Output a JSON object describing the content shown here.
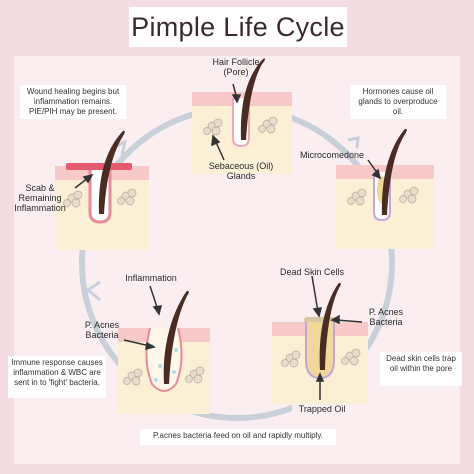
{
  "title": "Pimple Life Cycle",
  "notes": {
    "wound_healing": "Wound healing begins but inflammation remains. PIE/PIH may be present.",
    "hormones": "Hormones cause oil glands to overproduce oil.",
    "immune": "Immune response causes inflammation & WBC are sent in to 'fight' bacteria.",
    "dead_skin_trap": "Dead skin cells trap oil within the pore",
    "bacteria_feed": "P.acnes bacteria feed on oil and rapidly multiply."
  },
  "labels": {
    "hair_follicle_line1": "Hair Follicle",
    "hair_follicle_line2": "(Pore)",
    "sebaceous_line1": "Sebaceous (Oil)",
    "sebaceous_line2": "Glands",
    "microcomedone": "Microcomedone",
    "scab_line1": "Scab &",
    "scab_line2": "Remaining",
    "scab_line3": "Inflammation",
    "inflammation": "Inflammation",
    "p_acnes_left_line1": "P. Acnes",
    "p_acnes_left_line2": "Bacteria",
    "dead_skin_cells": "Dead Skin Cells",
    "p_acnes_right_line1": "P. Acnes",
    "p_acnes_right_line2": "Bacteria",
    "trapped_oil": "Trapped Oil"
  },
  "colors": {
    "background": "#f5dce2",
    "skin_top": "#f7c9c9",
    "skin_body": "#fbefd6",
    "hair": "#4a2c22",
    "cycle_ring": "#c9d0da",
    "oil": "#efd89a",
    "inflamed": "#e88a98",
    "bacteria": "#b9d8e6"
  },
  "icons": [
    "arrow-icon",
    "cycle-ring",
    "hair-strand-icon",
    "oil-gland-icon",
    "bacteria-icon"
  ]
}
